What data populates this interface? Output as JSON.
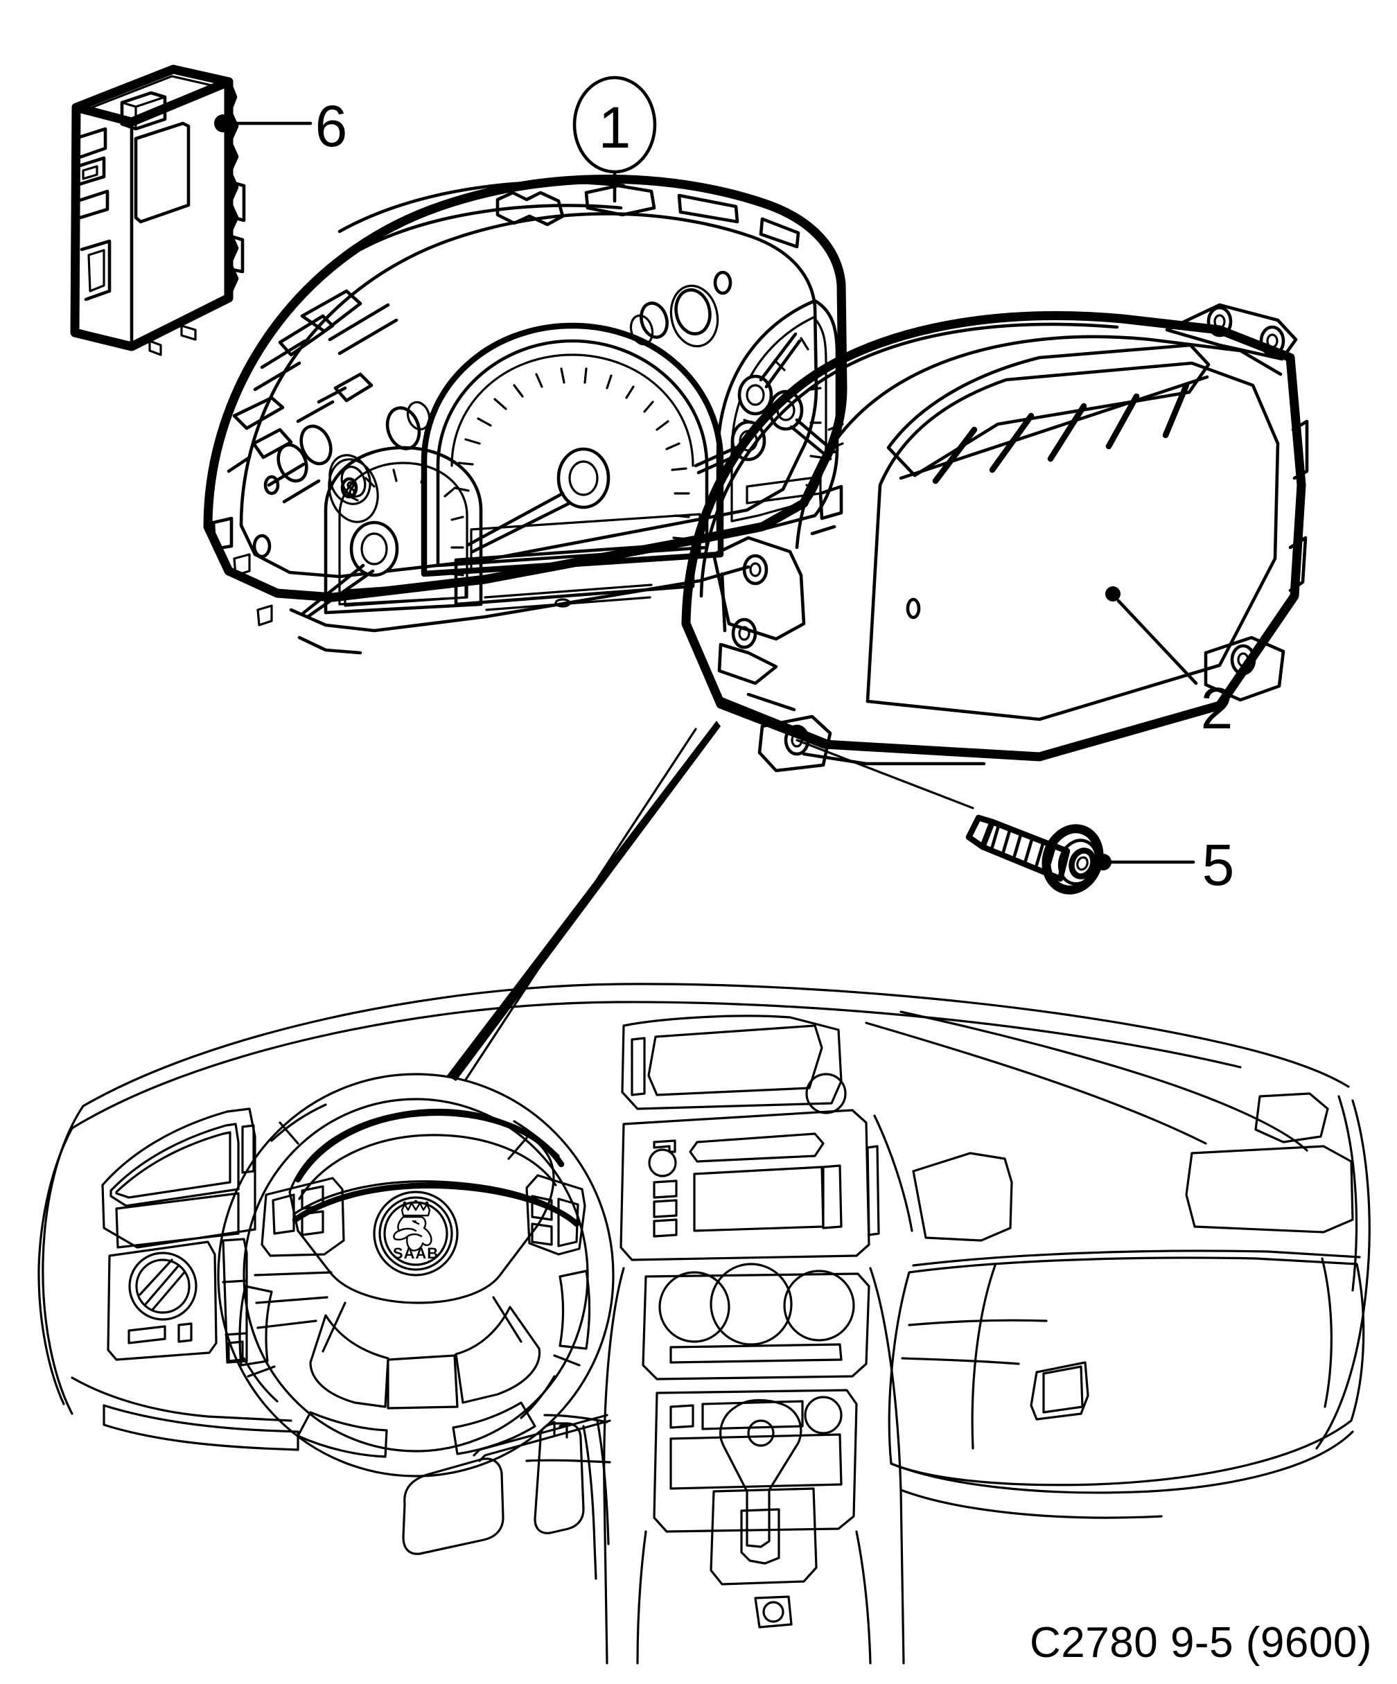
{
  "diagram": {
    "title": "Saab 9-5 Instrument Cluster Assembly",
    "caption": "C2780 9-5 (9600)",
    "caption_code": "C2780",
    "caption_model": "9-5",
    "caption_variant": "(9600)",
    "style": "line-art exploded parts illustration",
    "background_color": "#ffffff",
    "line_color": "#000000"
  },
  "callouts": [
    {
      "id": "1",
      "label": "1",
      "marker": "circled",
      "part": "instrument-cluster-unit",
      "description": "Instrument cluster / main gauge panel",
      "leader": "vertical line down to cluster top edge"
    },
    {
      "id": "2",
      "label": "2",
      "marker": "dot-leader",
      "part": "instrument-cluster-housing",
      "description": "Instrument cluster housing / cowl with vent slots",
      "leader": "dot on housing face, line down-right to label"
    },
    {
      "id": "5",
      "label": "5",
      "marker": "dot-leader",
      "part": "mounting-screw",
      "description": "Torx self-tapping mounting screw",
      "leader": "dot left of label, horizontal line"
    },
    {
      "id": "6",
      "label": "6",
      "marker": "dot-leader",
      "part": "control-module",
      "description": "Electronic control module",
      "leader": "dot on module right edge, horizontal line to label"
    }
  ],
  "parts": [
    {
      "ref": "1",
      "name": "Instrument cluster",
      "gauges": [
        "tachometer",
        "speedometer",
        "fuel-and-temperature-gauge"
      ],
      "features": [
        "indicator lamp apertures",
        "LCD display window",
        "gauge needles",
        "scale tick marks"
      ]
    },
    {
      "ref": "2",
      "name": "Cluster housing",
      "features": [
        "ventilation slots",
        "mounting tabs with screw holes",
        "pivot boss"
      ]
    },
    {
      "ref": "5",
      "name": "Screw",
      "features": [
        "torx drive head",
        "self-tapping thread"
      ]
    },
    {
      "ref": "6",
      "name": "Control module",
      "features": [
        "connector keyway",
        "side latch clips",
        "housing label panel"
      ]
    }
  ],
  "vehicle_view": {
    "name": "dashboard-view",
    "description": "Left-hand-drive dashboard interior view",
    "badge": "SAAB",
    "components": [
      "steering-wheel",
      "steering-wheel-airbag-cover",
      "left-steering-wheel-switch-pad",
      "right-steering-wheel-switch-pad",
      "instrument-cluster-opening",
      "left-side-air-vent",
      "headlight-switch-panel",
      "center-console",
      "center-air-vent",
      "radio-head-unit",
      "hvac-control-knobs",
      "gear-selector",
      "glovebox",
      "passenger-air-vents",
      "brake-pedal",
      "accelerator-pedal"
    ],
    "pointer": {
      "name": "installation-pointer-arrow",
      "description": "Tapered arrow from cluster assembly down to its mounting position on the dashboard"
    }
  },
  "logo": {
    "name": "saab-griffin-badge",
    "text": "SAAB",
    "icon": "griffin-head-with-crown"
  }
}
